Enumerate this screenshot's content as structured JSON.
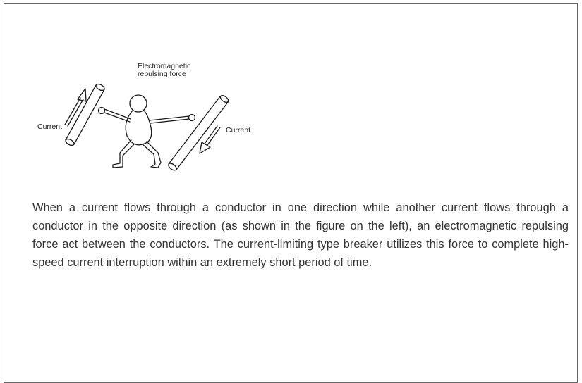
{
  "figure": {
    "label_force": "Electromagnetic repulsing force",
    "label_current_left": "Current",
    "label_current_right": "Current"
  },
  "paragraph": "When a current flows through a conductor in one direction while another current flows through a conductor in the opposite direction (as shown in the figure on the left), an electromagnetic repulsing force act between the conductors. The current-limiting type breaker utilizes this force to complete high-speed current interruption within an extremely short period of time."
}
